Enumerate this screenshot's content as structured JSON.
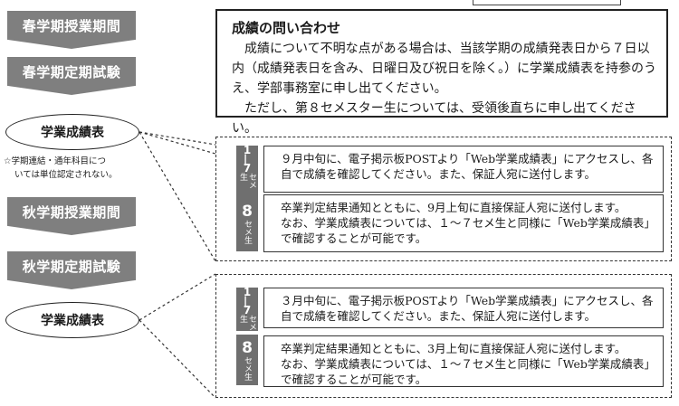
{
  "flow": {
    "spring_classes": "春学期授業期間",
    "spring_exams": "春学期定期試験",
    "grade_report_1": "学業成績表",
    "note_line1": "☆学期連結・通年科目につ",
    "note_line2": "いては単位認定されない。",
    "fall_classes": "秋学期授業期間",
    "fall_exams": "秋学期定期試験",
    "grade_report_2": "学業成績表"
  },
  "inquiry": {
    "title": "成績の問い合わせ",
    "para1": "成績について不明な点がある場合は、当該学期の成績発表日から７日以内（成績発表日を含み、日曜日及び祝日を除く。）に学業成績表を持参のうえ、学部事務室に申し出てください。",
    "para2": "ただし、第８セメスター生については、受領後直ちに申し出てください。"
  },
  "spring_group": {
    "row_a": {
      "label_num": "1\n|\n7",
      "label_unit": "セメ生",
      "line1": "９月中旬に、電子掲示板POSTより「Web学業成績表」にアクセスし、各",
      "line2": "自で成績を確認してください。また、保証人宛に送付します。"
    },
    "row_b": {
      "label_num": "8",
      "label_unit": "セメ生",
      "line1": "卒業判定結果通知とともに、9月上旬に直接保証人宛に送付します。",
      "line2": "なお、学業成績表については、１～７セメ生と同様に「Web学業成績表」",
      "line3": "で確認することが可能です。"
    }
  },
  "fall_group": {
    "row_a": {
      "label_num": "1\n|\n7",
      "label_unit": "セメ生",
      "line1": "３月中旬に、電子掲示板POSTより「Web学業成績表」にアクセスし、各",
      "line2": "自で成績を確認してください。また、保証人宛に送付します。"
    },
    "row_b": {
      "label_num": "8",
      "label_unit": "セメ生",
      "line1": "卒業判定結果通知とともに、3月上旬に直接保証人宛に送付します。",
      "line2": "なお、学業成績表については、１～７セメ生と同様に「Web学業成績表」",
      "line3": "で確認することが可能です。"
    }
  }
}
